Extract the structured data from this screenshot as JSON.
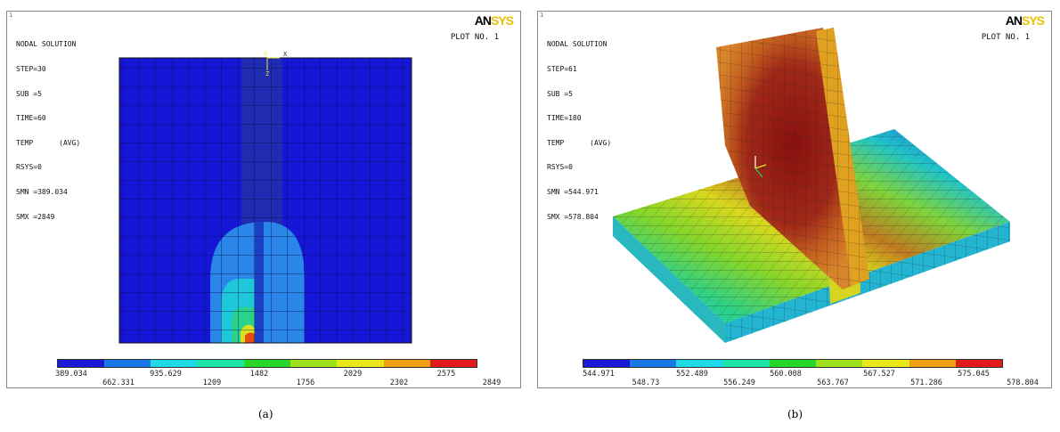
{
  "panel_a": {
    "corner": "1",
    "info_lines": [
      "NODAL SOLUTION",
      "STEP=30",
      "SUB =5",
      "TIME=60",
      "TEMP      (AVG)",
      "RSYS=0",
      "SMN =389.034",
      "SMX =2849"
    ],
    "plot_no": "PLOT NO.   1",
    "axis_labels": [
      "Y",
      "X",
      "Z"
    ],
    "colorbar": {
      "colors": [
        "#1a1ad4",
        "#1a78e6",
        "#21d8e6",
        "#1ae6a8",
        "#28d628",
        "#a0e01e",
        "#e8e81a",
        "#f0a010",
        "#e01a1a"
      ],
      "labels_upper": [
        "389.034",
        "935.629",
        "1482",
        "2029",
        "2575"
      ],
      "labels_lower": [
        "662.331",
        "1209",
        "1756",
        "2302",
        "2849"
      ]
    },
    "caption": "(a)"
  },
  "panel_b": {
    "corner": "1",
    "info_lines": [
      "NODAL SOLUTION",
      "STEP=61",
      "SUB =5",
      "TIME=180",
      "TEMP      (AVG)",
      "RSYS=0",
      "SMN =544.971",
      "SMX =578.804"
    ],
    "plot_no": "PLOT NO.   1",
    "colorbar": {
      "colors": [
        "#1a1ad4",
        "#1a78e6",
        "#21d8e6",
        "#1ae6a8",
        "#28d628",
        "#a0e01e",
        "#e8e81a",
        "#f0a010",
        "#e01a1a"
      ],
      "labels_upper": [
        "544.971",
        "552.489",
        "560.008",
        "567.527",
        "575.045"
      ],
      "labels_lower": [
        "548.73",
        "556.249",
        "563.767",
        "571.286",
        "578.804"
      ]
    },
    "caption": "(b)"
  },
  "logo": {
    "an": "AN",
    "sys": "SYS"
  }
}
